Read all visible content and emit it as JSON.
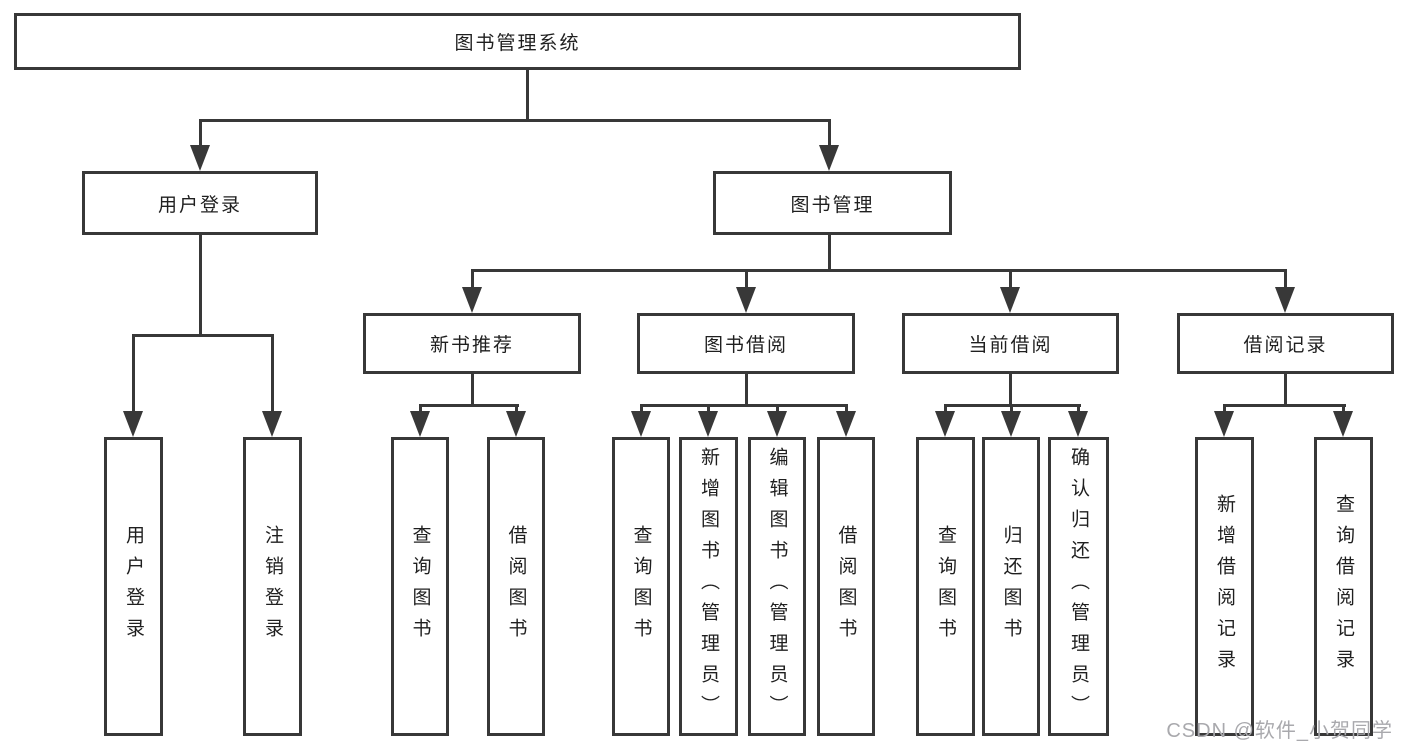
{
  "watermark": "CSDN @软件_小贺同学",
  "colors": {
    "line": "#383838",
    "text": "#1f1f1f",
    "background": "#ffffff",
    "watermark": "#a9a9ad"
  },
  "tree": {
    "label": "图书管理系统",
    "children": [
      {
        "label": "用户登录",
        "children": [
          {
            "label": "用户登录"
          },
          {
            "label": "注销登录"
          }
        ]
      },
      {
        "label": "图书管理",
        "children": [
          {
            "label": "新书推荐",
            "children": [
              {
                "label": "查询图书"
              },
              {
                "label": "借阅图书"
              }
            ]
          },
          {
            "label": "图书借阅",
            "children": [
              {
                "label": "查询图书"
              },
              {
                "label": "新增图书（管理员）"
              },
              {
                "label": "编辑图书（管理员）"
              },
              {
                "label": "借阅图书"
              }
            ]
          },
          {
            "label": "当前借阅",
            "children": [
              {
                "label": "查询图书"
              },
              {
                "label": "归还图书"
              },
              {
                "label": "确认归还（管理员）"
              }
            ]
          },
          {
            "label": "借阅记录",
            "children": [
              {
                "label": "新增借阅记录"
              },
              {
                "label": "查询借阅记录"
              }
            ]
          }
        ]
      }
    ]
  }
}
